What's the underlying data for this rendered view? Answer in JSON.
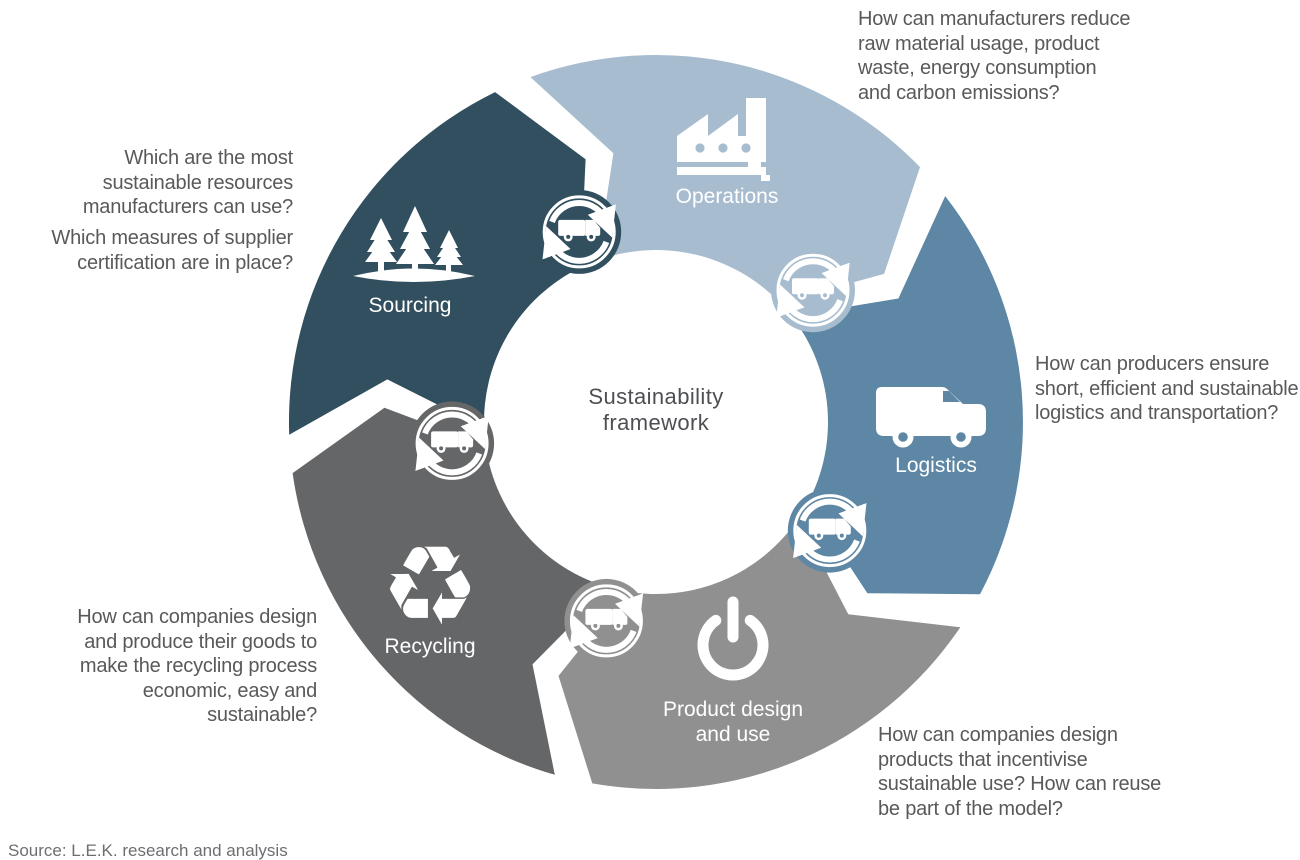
{
  "diagram": {
    "center_title": "Sustainability\nframework",
    "center_title_color": "#4d4f53",
    "question_text_color": "#58595b",
    "background_color": "#ffffff",
    "segments": [
      {
        "id": "operations",
        "label_lines": [
          "Operations"
        ],
        "color": "#a7bdcf",
        "icon": "factory-icon"
      },
      {
        "id": "logistics",
        "label_lines": [
          "Logistics"
        ],
        "color": "#5d87a4",
        "icon": "van-icon"
      },
      {
        "id": "product-design-and-use",
        "label_lines": [
          "Product design",
          "and use"
        ],
        "color": "#909090",
        "icon": "power-icon"
      },
      {
        "id": "recycling",
        "label_lines": [
          "Recycling"
        ],
        "color": "#656668",
        "icon": "recycle-icon"
      },
      {
        "id": "sourcing",
        "label_lines": [
          "Sourcing"
        ],
        "color": "#314f5e",
        "icon": "trees-icon"
      }
    ],
    "connectors": [
      {
        "between": "sourcing-operations",
        "icon": "truck-cycle-icon",
        "color": "#314f5e"
      },
      {
        "between": "operations-logistics",
        "icon": "truck-cycle-icon",
        "color": "#a7bdcf"
      },
      {
        "between": "logistics-product-design",
        "icon": "truck-cycle-icon",
        "color": "#5d87a4"
      },
      {
        "between": "product-design-recycling",
        "icon": "truck-cycle-icon",
        "color": "#909090"
      },
      {
        "between": "recycling-sourcing",
        "icon": "truck-cycle-icon",
        "color": "#656668"
      }
    ],
    "questions": {
      "operations": "How can manufacturers reduce\nraw material usage, product\nwaste, energy consumption\nand carbon emissions?",
      "logistics": "How can producers ensure\nshort, efficient and sustainable\nlogistics and transportation?",
      "product_design": "How can companies design\nproducts that incentivise\nsustainable use? How can reuse\nbe part of the model?",
      "recycling": "How can companies design\nand produce their goods to\nmake the recycling process\neconomic, easy and\nsustainable?",
      "sourcing_1": "Which are the most\nsustainable resources\nmanufacturers can use?",
      "sourcing_2": "Which measures of supplier\ncertification are in place?"
    },
    "source_note": "Source: L.E.K. research and analysis"
  }
}
